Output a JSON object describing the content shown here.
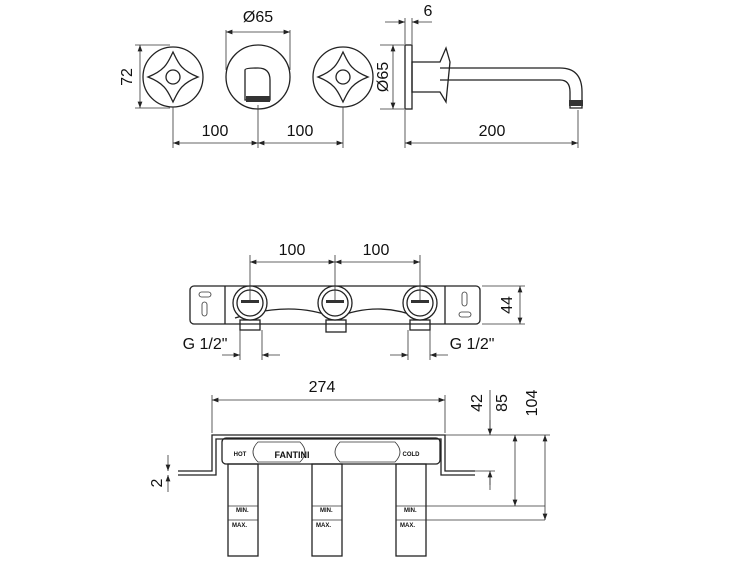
{
  "top_view": {
    "spout_diameter": "Ø65",
    "handle_height": "72",
    "spacing_left": "100",
    "spacing_right": "100"
  },
  "side_view": {
    "plate_thickness": "6",
    "plate_diameter": "Ø65",
    "spout_projection": "200"
  },
  "rough_in_front": {
    "spacing_left": "100",
    "spacing_right": "100",
    "height": "44",
    "thread_left": "G 1/2\"",
    "thread_right": "G 1/2\""
  },
  "rough_in_section": {
    "overall_width": "274",
    "depth_42": "42",
    "depth_85": "85",
    "depth_104": "104",
    "offset": "2",
    "label_hot": "HOT",
    "label_cold": "COLD",
    "brand": "FANTINI",
    "min_label": "MIN.",
    "max_label": "MAX."
  }
}
